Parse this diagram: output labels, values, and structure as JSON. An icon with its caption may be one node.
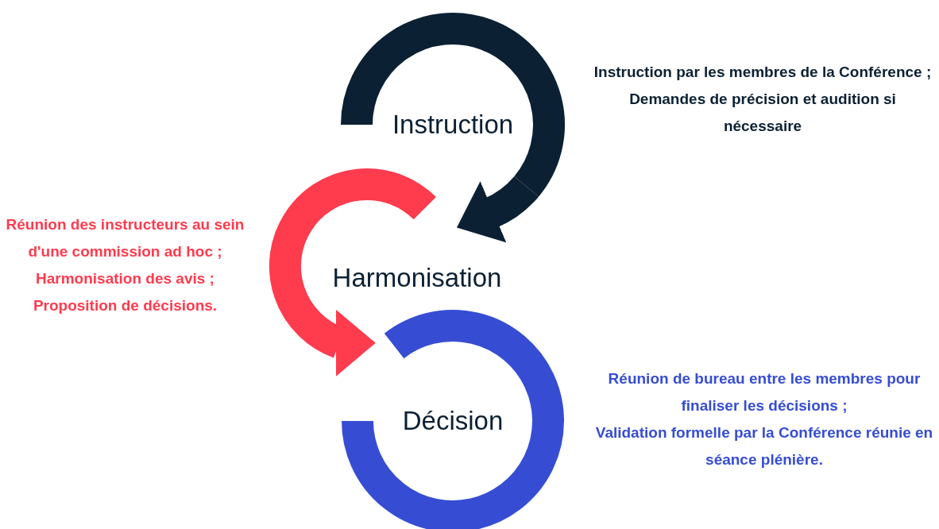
{
  "diagram": {
    "nodes": [
      {
        "text": [
          "Instruction"
        ],
        "beside": [
          "Instruction par les membres de la Conférence ;",
          "Demandes de précision et audition si nécessaire"
        ]
      },
      {
        "text": [
          "Harmonisation"
        ],
        "beside": [
          "Réunion des instructeurs au sein d'une commission ad hoc ;",
          "Harmonisation des avis ;",
          "Proposition de décisions."
        ]
      },
      {
        "text": [
          "Décision"
        ],
        "beside": [
          "Réunion de bureau entre les membres pour finaliser les décisions ;",
          "Validation formelle par la Conférence réunie en séance plénière."
        ]
      }
    ],
    "edges": [
      {
        "from": 0,
        "to": 1,
        "arrow": "to",
        "color": "#0b2033"
      },
      {
        "from": 1,
        "to": 2,
        "arrow": "to",
        "color": "#ff3b4e"
      }
    ]
  }
}
